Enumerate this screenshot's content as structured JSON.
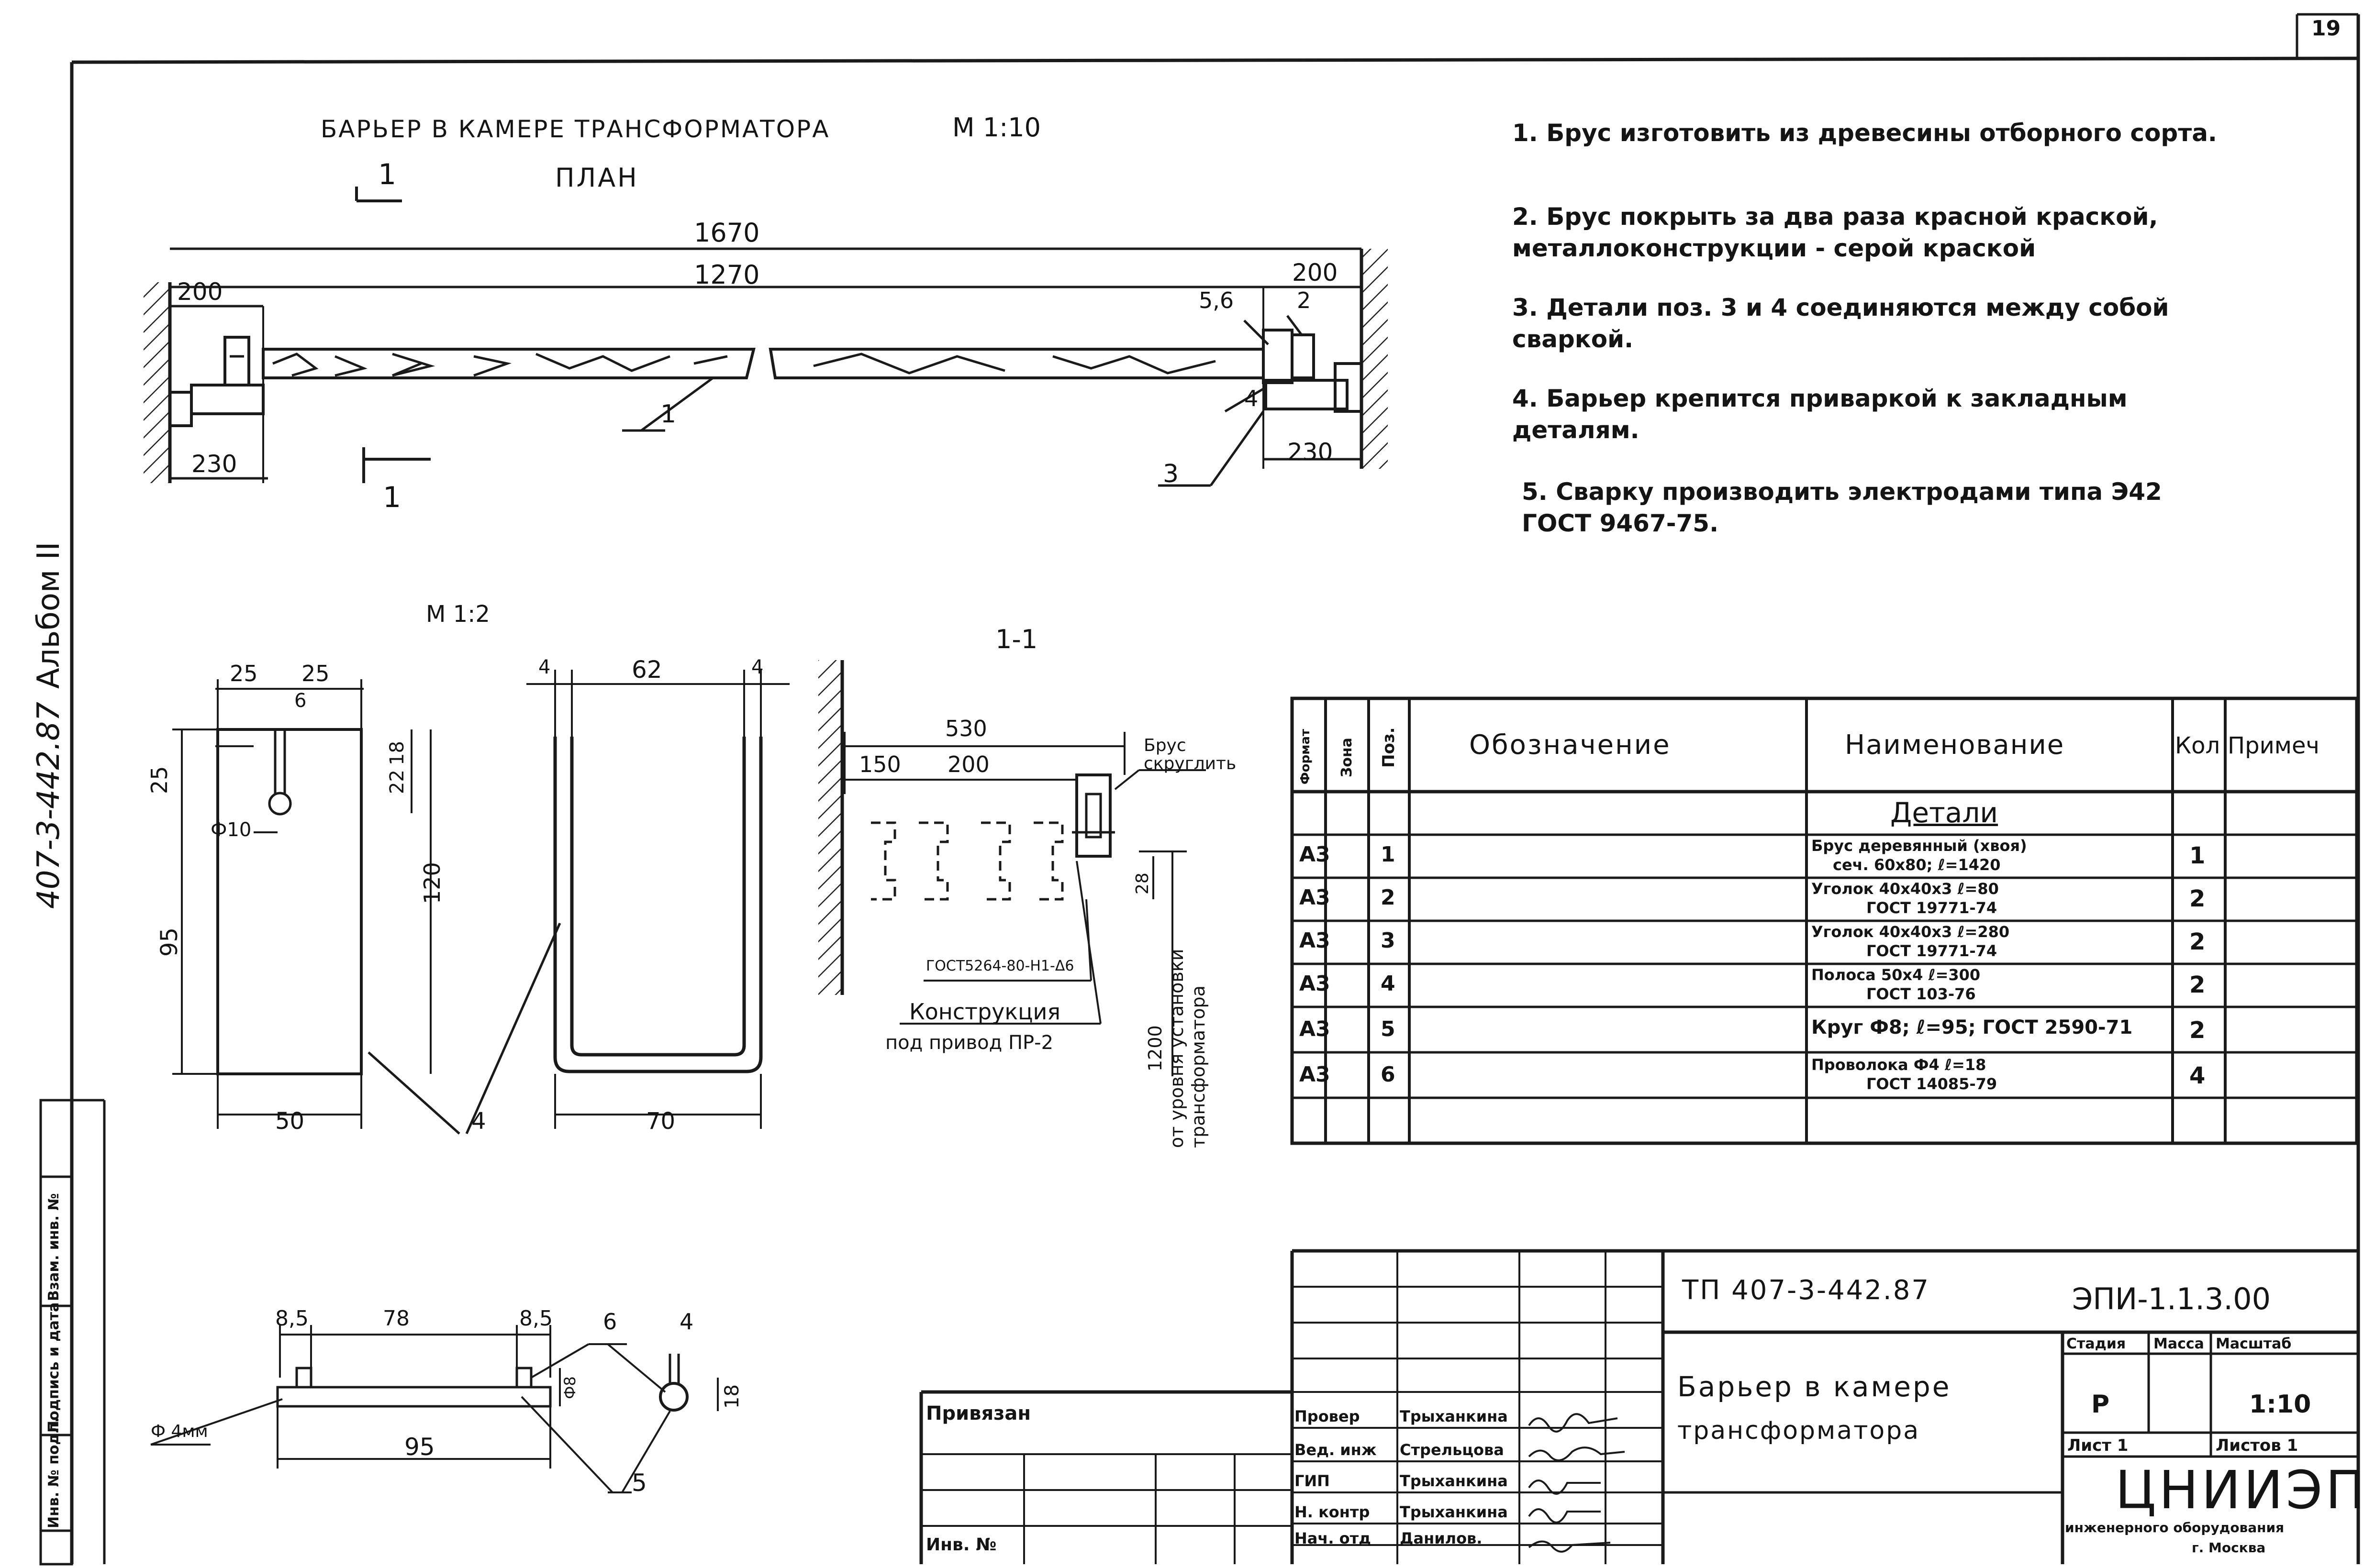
{
  "sheet_number": "19",
  "side_label": "407-3-442.87",
  "side_album": "Альбом II",
  "left_stamp": [
    "Инв. № подл.",
    "Подпись и дата",
    "Взам. инв. №"
  ],
  "plan": {
    "title": "БАРЬЕР В КАМЕРЕ ТРАНСФОРМАТОРА",
    "scale": "М 1:10",
    "subtitle": "ПЛАН",
    "section_mark": "1",
    "dims": {
      "overall": "1670",
      "inner": "1270",
      "left": "200",
      "right": "200",
      "left_bottom": "230",
      "right_bottom": "230"
    },
    "callouts": {
      "p56": "5,6",
      "p2": "2",
      "p4": "4",
      "p1": "1",
      "p3": "3"
    }
  },
  "notes": [
    "1. Брус изготовить из древесины отборного сорта.",
    "2. Брус покрыть за два раза красной краской, металлоконструкции - серой краской",
    "3. Детали поз. 3 и 4 соединяются между собой сваркой.",
    "4. Барьер крепится приваркой к закладным деталям.",
    "5. Сварку производить электродами типа Э42 ГОСТ 9467-75."
  ],
  "detail_a": {
    "scale": "М 1:2",
    "dims": {
      "w1": "25",
      "w2": "25",
      "d6": "6",
      "h25": "25",
      "h22": "22",
      "h18": "18",
      "phi": "Ф10",
      "h95": "95",
      "w50": "50",
      "h120": "120",
      "w62": "62",
      "t4a": "4",
      "t4b": "4",
      "w70": "70",
      "c4": "4"
    }
  },
  "section": {
    "title": "1-1",
    "dims": {
      "d530": "530",
      "d150": "150",
      "d200": "200",
      "d28": "28"
    },
    "brus_label": "Брус скруглить",
    "gost_label": "ГОСТ5264-80-Н1-Δ6",
    "construction": "Конструкция",
    "construction_sub": "под привод ПР-2",
    "level": "1200",
    "level_text1": "от уровня установки",
    "level_text2": "трансформатора"
  },
  "detail_b": {
    "dims": {
      "a85": "8,5",
      "b78": "78",
      "c85": "8,5",
      "d8": "Ф8",
      "e95": "95",
      "f6": "6",
      "g4": "4",
      "h18": "18",
      "wire": "Ф 4мм",
      "c5": "5"
    }
  },
  "spec": {
    "headers": {
      "format": "Формат",
      "zone": "Зона",
      "pos": "Поз.",
      "designation": "Обозначение",
      "name": "Наименование",
      "qty": "Кол",
      "note": "Примеч"
    },
    "section_title": "Детали",
    "rows": [
      {
        "format": "А3",
        "pos": "1",
        "name1": "Брус деревянный (хвоя)",
        "name2": "сеч. 60х80; ℓ=1420",
        "qty": "1"
      },
      {
        "format": "А3",
        "pos": "2",
        "name1": "Уголок 40х40х3   ℓ=80",
        "name2": "ГОСТ 19771-74",
        "qty": "2"
      },
      {
        "format": "А3",
        "pos": "3",
        "name1": "Уголок 40х40х3   ℓ=280",
        "name2": "ГОСТ 19771-74",
        "qty": "2"
      },
      {
        "format": "А3",
        "pos": "4",
        "name1": "Полоса 50х4    ℓ=300",
        "name2": "ГОСТ 103-76",
        "qty": "2"
      },
      {
        "format": "А3",
        "pos": "5",
        "name1": "Круг Ф8; ℓ=95; ГОСТ 2590-71",
        "name2": "",
        "qty": "2"
      },
      {
        "format": "А3",
        "pos": "6",
        "name1": "Проволока Ф4   ℓ=18",
        "name2": "ГОСТ 14085-79",
        "qty": "4"
      }
    ]
  },
  "title_block": {
    "privyazan": "Привязан",
    "inv": "Инв. №",
    "project": "ТП 407-3-442.87",
    "code": "ЭПИ-1.1.3.00",
    "name_line1": "Барьер в камере",
    "name_line2": "трансформатора",
    "stage_h": "Стадия",
    "mass_h": "Масса",
    "scale_h": "Масштаб",
    "stage": "Р",
    "scale": "1:10",
    "sheet": "Лист 1",
    "sheets": "Листов 1",
    "org": "ЦНИИЭП",
    "org_sub1": "инженерного оборудования",
    "org_sub2": "г. Москва",
    "sign_rows": [
      {
        "role": "Провер",
        "name": "Трыханкина"
      },
      {
        "role": "Вед. инж",
        "name": "Стрельцова"
      },
      {
        "role": "ГИП",
        "name": "Трыханкина"
      },
      {
        "role": "Н. контр",
        "name": "Трыханкина"
      },
      {
        "role": "Нач. отд",
        "name": "Данилов."
      }
    ]
  }
}
